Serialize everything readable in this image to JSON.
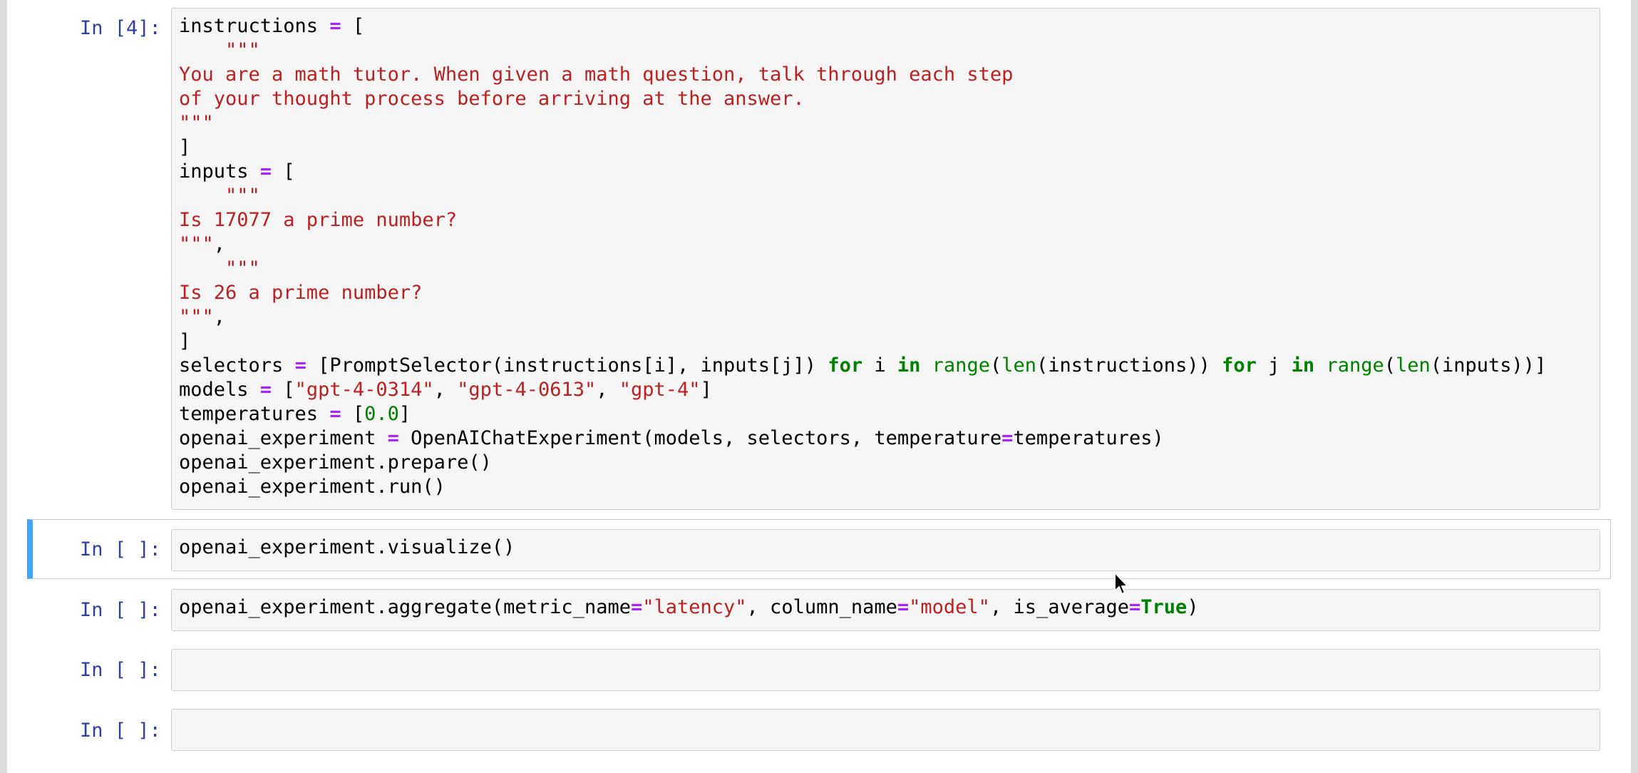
{
  "notebook": {
    "cells": [
      {
        "prompt": "In [4]:",
        "lines": [
          [
            [
              "v",
              "instructions "
            ],
            [
              "o",
              "="
            ],
            [
              "v",
              " ["
            ]
          ],
          [
            [
              "s",
              "    \"\"\""
            ]
          ],
          [
            [
              "s",
              "You are a math tutor. When given a math question, talk through each step"
            ]
          ],
          [
            [
              "s",
              "of your thought process before arriving at the answer."
            ]
          ],
          [
            [
              "s",
              "\"\"\""
            ]
          ],
          [
            [
              "v",
              "]"
            ]
          ],
          [
            [
              "v",
              "inputs "
            ],
            [
              "o",
              "="
            ],
            [
              "v",
              " ["
            ]
          ],
          [
            [
              "s",
              "    \"\"\""
            ]
          ],
          [
            [
              "s",
              "Is 17077 a prime number?"
            ]
          ],
          [
            [
              "s",
              "\"\"\""
            ],
            [
              "v",
              ","
            ]
          ],
          [
            [
              "s",
              "    \"\"\""
            ]
          ],
          [
            [
              "s",
              "Is 26 a prime number?"
            ]
          ],
          [
            [
              "s",
              "\"\"\""
            ],
            [
              "v",
              ","
            ]
          ],
          [
            [
              "v",
              "]"
            ]
          ],
          [
            [
              "v",
              "selectors "
            ],
            [
              "o",
              "="
            ],
            [
              "v",
              " [PromptSelector(instructions[i], inputs[j]) "
            ],
            [
              "k",
              "for"
            ],
            [
              "v",
              " i "
            ],
            [
              "k",
              "in"
            ],
            [
              "v",
              " "
            ],
            [
              "b",
              "range"
            ],
            [
              "v",
              "("
            ],
            [
              "b",
              "len"
            ],
            [
              "v",
              "(instructions)) "
            ],
            [
              "k",
              "for"
            ],
            [
              "v",
              " j "
            ],
            [
              "k",
              "in"
            ],
            [
              "v",
              " "
            ],
            [
              "b",
              "range"
            ],
            [
              "v",
              "("
            ],
            [
              "b",
              "len"
            ],
            [
              "v",
              "(inputs))]"
            ]
          ],
          [
            [
              "v",
              "models "
            ],
            [
              "o",
              "="
            ],
            [
              "v",
              " ["
            ],
            [
              "s",
              "\"gpt-4-0314\""
            ],
            [
              "v",
              ", "
            ],
            [
              "s",
              "\"gpt-4-0613\""
            ],
            [
              "v",
              ", "
            ],
            [
              "s",
              "\"gpt-4\""
            ],
            [
              "v",
              "]"
            ]
          ],
          [
            [
              "v",
              "temperatures "
            ],
            [
              "o",
              "="
            ],
            [
              "v",
              " ["
            ],
            [
              "n",
              "0.0"
            ],
            [
              "v",
              "]"
            ]
          ],
          [
            [
              "v",
              "openai_experiment "
            ],
            [
              "o",
              "="
            ],
            [
              "v",
              " OpenAIChatExperiment(models, selectors, temperature"
            ],
            [
              "o",
              "="
            ],
            [
              "v",
              "temperatures)"
            ]
          ],
          [
            [
              "v",
              "openai_experiment.prepare()"
            ]
          ],
          [
            [
              "v",
              "openai_experiment.run()"
            ]
          ]
        ]
      },
      {
        "prompt": "In [ ]:",
        "lines": [
          [
            [
              "v",
              "openai_experiment.visualize()"
            ]
          ]
        ]
      },
      {
        "prompt": "In [ ]:",
        "lines": [
          [
            [
              "v",
              "openai_experiment.aggregate(metric_name"
            ],
            [
              "o",
              "="
            ],
            [
              "s",
              "\"latency\""
            ],
            [
              "v",
              ", column_name"
            ],
            [
              "o",
              "="
            ],
            [
              "s",
              "\"model\""
            ],
            [
              "v",
              ", is_average"
            ],
            [
              "o",
              "="
            ],
            [
              "k",
              "True"
            ],
            [
              "v",
              ")"
            ]
          ]
        ]
      },
      {
        "prompt": "In [ ]:",
        "lines": []
      },
      {
        "prompt": "In [ ]:",
        "lines": []
      }
    ]
  },
  "colors": {
    "keyword": "#008000",
    "string": "#ba2121",
    "operator": "#aa22ff",
    "prompt": "#303f9f",
    "selected_cell_accent": "#42a5f5"
  },
  "icons": [
    "mouse-pointer-icon"
  ]
}
